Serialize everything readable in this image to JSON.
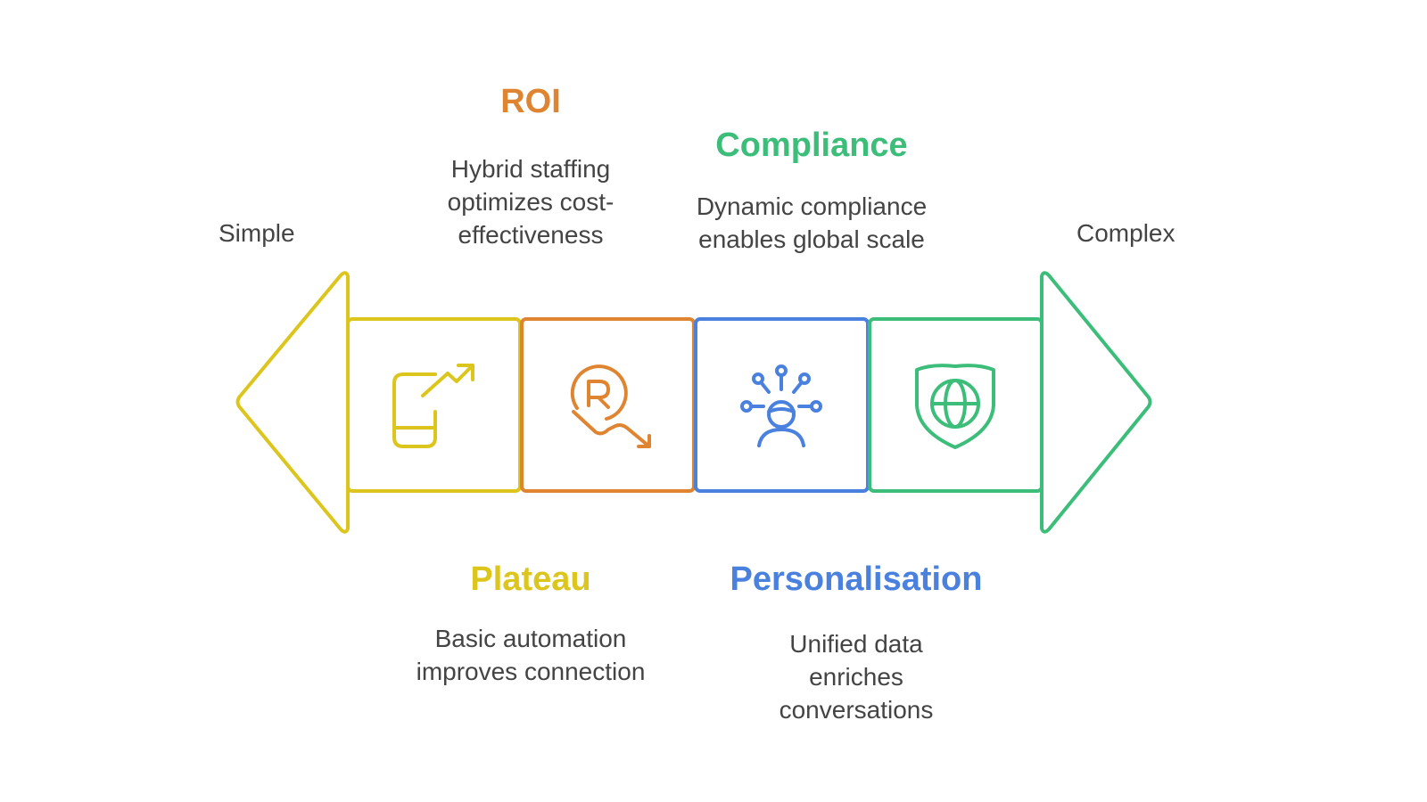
{
  "colors": {
    "plateau": "#dcc51c",
    "roi": "#df8430",
    "personalisation": "#4a81de",
    "compliance": "#3cbd7a",
    "text": "#444444"
  },
  "endpoints": {
    "left": "Simple",
    "right": "Complex"
  },
  "stages": [
    {
      "key": "plateau",
      "title": "Plateau",
      "description": "Basic automation improves connection",
      "icon": "phone-growth-icon"
    },
    {
      "key": "roi",
      "title": "ROI",
      "description": "Hybrid staffing optimizes cost-effectiveness",
      "icon": "roi-decline-icon"
    },
    {
      "key": "personalisation",
      "title": "Personalisation",
      "description": "Unified data enriches conversations",
      "icon": "person-network-icon"
    },
    {
      "key": "compliance",
      "title": "Compliance",
      "description": "Dynamic compliance enables global scale",
      "icon": "globe-shield-icon"
    }
  ]
}
